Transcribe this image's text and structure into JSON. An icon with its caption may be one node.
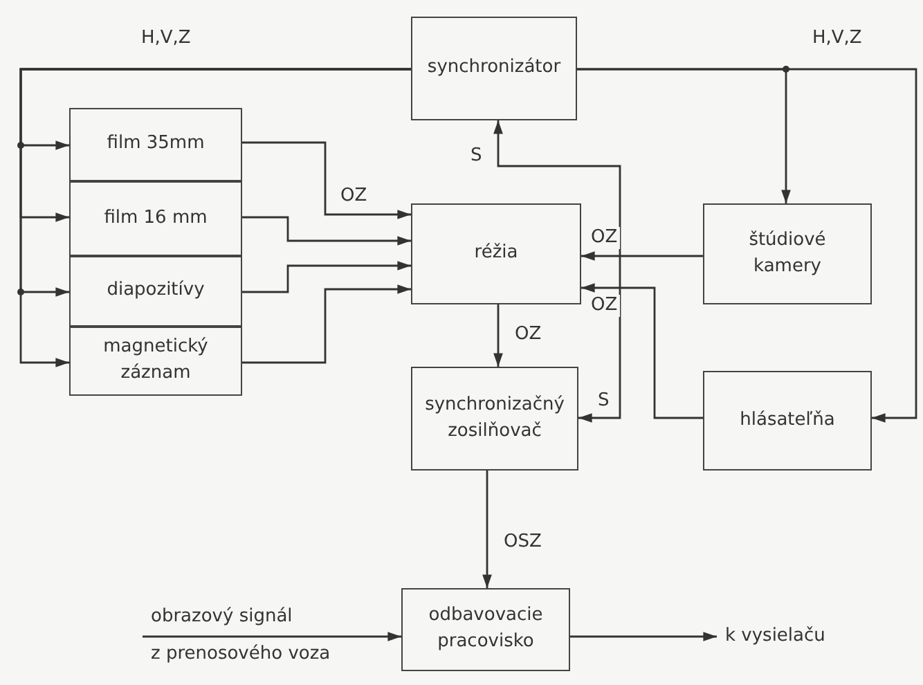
{
  "diagram": {
    "nodes": [
      {
        "text": [
          "synchronizátor"
        ]
      },
      {
        "text": [
          "film 35mm"
        ]
      },
      {
        "text": [
          "film 16 mm"
        ]
      },
      {
        "text": [
          "diapozitívy"
        ]
      },
      {
        "text": [
          "magnetický záznam"
        ]
      },
      {
        "text": [
          "réžia"
        ]
      },
      {
        "text": [
          "štúdiové kamery"
        ]
      },
      {
        "text": [
          "synchronizačný zosilňovač"
        ]
      },
      {
        "text": [
          "hlásateľňa"
        ]
      },
      {
        "text": [
          "odbavovacie pracovisko"
        ]
      },
      {
        "text": [
          "obrazový signál",
          "z prenosového voza"
        ]
      },
      {
        "text": [
          "k vysielaču"
        ]
      }
    ],
    "edges": [
      {
        "from": 0,
        "to": 1,
        "arrow": "to",
        "label": "H,V,Z"
      },
      {
        "from": 0,
        "to": 2,
        "arrow": "to"
      },
      {
        "from": 0,
        "to": 3,
        "arrow": "to"
      },
      {
        "from": 0,
        "to": 4,
        "arrow": "to"
      },
      {
        "from": 1,
        "to": 5,
        "arrow": "to",
        "label": "OZ"
      },
      {
        "from": 2,
        "to": 5,
        "arrow": "to"
      },
      {
        "from": 3,
        "to": 5,
        "arrow": "to"
      },
      {
        "from": 4,
        "to": 5,
        "arrow": "to"
      },
      {
        "from": 6,
        "to": 5,
        "arrow": "to",
        "label": "OZ"
      },
      {
        "from": 8,
        "to": 5,
        "arrow": "to",
        "label": "OZ"
      },
      {
        "from": 5,
        "to": 7,
        "arrow": "to",
        "label": "OZ"
      },
      {
        "from": 7,
        "to": 0,
        "arrow": "both",
        "label": "S"
      },
      {
        "from": 0,
        "to": 6,
        "arrow": "to",
        "label": "H,V,Z"
      },
      {
        "from": 0,
        "to": 8,
        "arrow": "to"
      },
      {
        "from": 7,
        "to": 9,
        "arrow": "to",
        "label": "OSZ"
      },
      {
        "from": 10,
        "to": 9,
        "arrow": "to"
      },
      {
        "from": 9,
        "to": 11,
        "arrow": "to"
      }
    ],
    "labels": [
      "S"
    ]
  }
}
